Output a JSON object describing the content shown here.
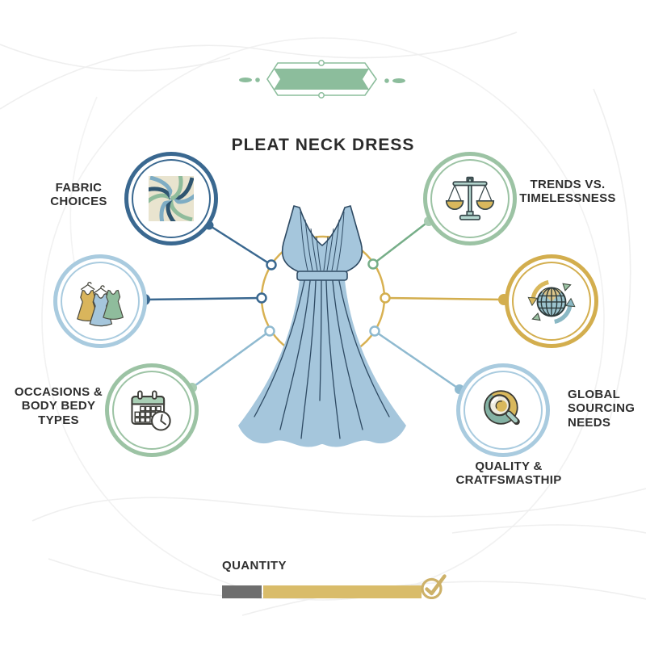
{
  "title": "PLEAT NECK DRESS",
  "banner": {
    "icon": "ribbon-banner-icon"
  },
  "center": {
    "icon": "dress-illustration",
    "hub_icon": "hub-circle"
  },
  "nodes": [
    {
      "id": "fabric-choices",
      "icon": "fabric-swirl-icon",
      "ring_color": "#3a6890",
      "lines": [
        "FABRIC",
        "CHOICES"
      ]
    },
    {
      "id": "dress-styles",
      "icon": "dresses-rack-icon",
      "ring_color": "#a9cbdf",
      "lines": []
    },
    {
      "id": "occasions-body-types",
      "icon": "calendar-clock-icon",
      "ring_color": "#9cc3a4",
      "lines": [
        "OCCASIONS &",
        "BODY BEDY",
        "TYPES"
      ]
    },
    {
      "id": "trends-vs-timelessness",
      "icon": "balance-scale-icon",
      "ring_color": "#9cc3a4",
      "lines": [
        "TRENDS VS.",
        "TIMELESSNESS"
      ]
    },
    {
      "id": "global-sourcing-needs",
      "icon": "globe-arrows-icon",
      "ring_color": "#d3ae4e",
      "lines": [
        "GLOBAL",
        "SOURCING",
        "NEEDS"
      ]
    },
    {
      "id": "quality-craftsmanship",
      "icon": "magnifier-icon",
      "ring_color": "#a9cbdf",
      "lines": [
        "QUALITY &",
        "CRATFSMASTHIP"
      ]
    }
  ],
  "quantity": {
    "label": "QUANTITY",
    "status_icon": "check-circle-icon",
    "segments": [
      {
        "name": "gray-segment",
        "color": "#6e6e6e"
      },
      {
        "name": "gold-segment",
        "color": "#d9bc6a"
      }
    ]
  },
  "colors": {
    "dark_blue": "#3a6890",
    "light_blue": "#a9cbdf",
    "green": "#9cc3a4",
    "gold": "#d3ae4e",
    "dress_fill": "#a5c6dc",
    "dress_outline": "#2e4a63",
    "banner_green": "#8cbd9c",
    "bar_gray": "#6e6e6e",
    "bar_gold": "#d9bc6a",
    "text": "#2f2f2f"
  }
}
